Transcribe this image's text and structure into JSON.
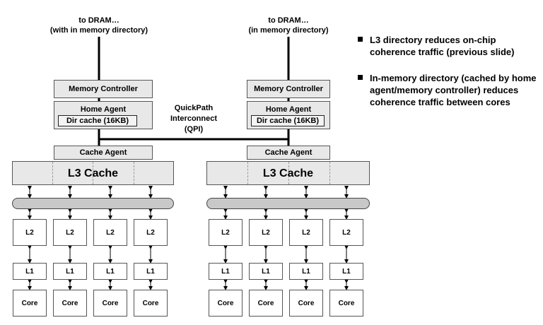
{
  "top_labels": {
    "left": [
      "to DRAM…",
      "(with in memory directory)"
    ],
    "right": [
      "to DRAM…",
      "(in memory directory)"
    ]
  },
  "qpi_label": [
    "QuickPath",
    "Interconnect",
    "(QPI)"
  ],
  "memory_controller": "Memory Controller",
  "home_agent": "Home Agent",
  "dir_cache": "Dir cache (16KB)",
  "cache_agent": "Cache Agent",
  "l3_cache": "L3 Cache",
  "l2": "L2",
  "l1": "L1",
  "core": "Core",
  "bullets": [
    "L3 directory reduces on-chip coherence traffic (previous slide)",
    "In-memory directory (cached by home agent/memory controller) reduces coherence traffic between cores"
  ]
}
